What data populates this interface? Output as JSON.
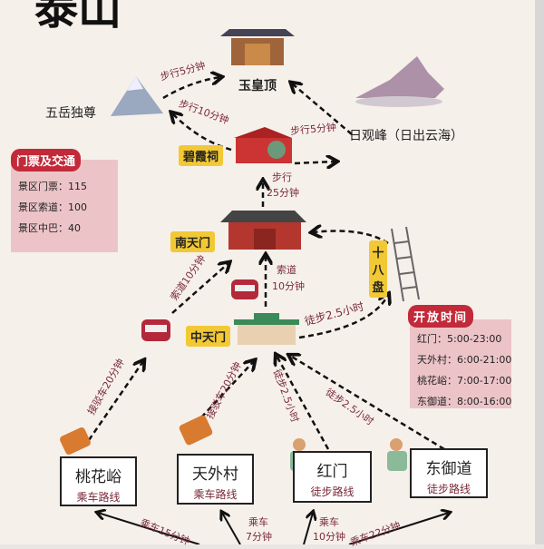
{
  "title": "泰山",
  "nodes": {
    "yuhuangding": "玉皇顶",
    "wuyue": "五岳独尊",
    "riguanfeng": "日观峰（日出云海）",
    "bixiaci": "碧霞祠",
    "nantianmen": "南天门",
    "shibapan": "十八盘",
    "zhongtianmen": "中天门"
  },
  "routes": {
    "wuyue_to_yuhuang": "步行5分钟",
    "bixia_to_wuyue": "步行10分钟",
    "bixia_to_riguan": "步行5分钟",
    "nantian_to_bixia_1": "步行",
    "nantian_to_bixia_2": "25分钟",
    "cable_left": "索道10分钟",
    "cable_mid_1": "索道",
    "cable_mid_2": "10分钟",
    "zhongtian_to_shiba": "徒步2.5小时",
    "bus_taohua": "接驳车20分钟",
    "bus_tianwai": "接驳车20分钟",
    "walk_hongmen": "徒步2.5小时",
    "walk_dongyu": "徒步2.5小时",
    "car_15": "乘车15分钟",
    "car_7_1": "乘车",
    "car_7_2": "7分钟",
    "car_10_1": "乘车",
    "car_10_2": "10分钟",
    "car_22": "乘车22分钟"
  },
  "tickets": {
    "header": "门票及交通",
    "items": [
      "景区门票：115",
      "景区索道：100",
      "景区中巴：40"
    ]
  },
  "hours": {
    "header": "开放时间",
    "items": [
      "红门：5:00-23:00",
      "天外村：6:00-21:00",
      "桃花峪：7:00-17:00",
      "东御道：8:00-16:00"
    ]
  },
  "starts": [
    {
      "name": "桃花峪",
      "sub": "乘车路线"
    },
    {
      "name": "天外村",
      "sub": "乘车路线"
    },
    {
      "name": "红门",
      "sub": "徒步路线"
    },
    {
      "name": "东御道",
      "sub": "徒步路线"
    }
  ],
  "colors": {
    "route_text": "#7a2a3a",
    "label_yellow": "#f2c935",
    "pill_red": "#c22a3a",
    "box_pink": "#ecc4c8"
  }
}
